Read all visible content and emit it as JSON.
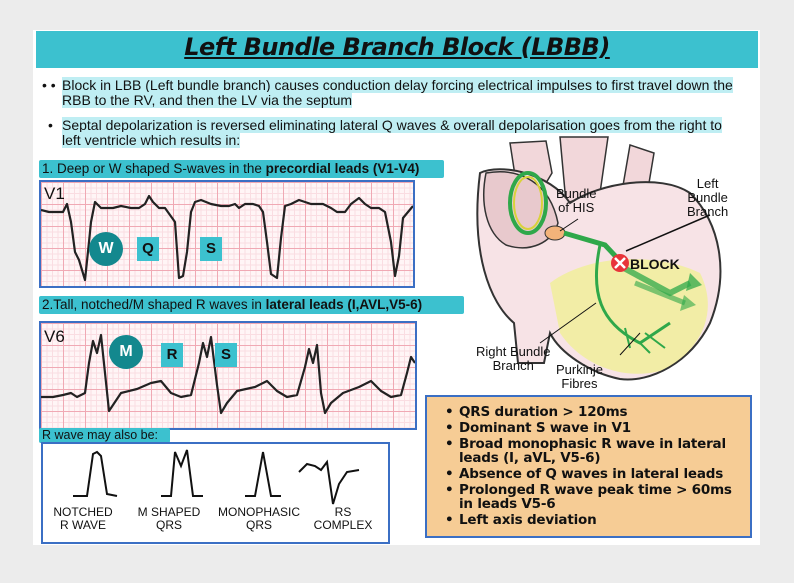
{
  "title": "Left Bundle Branch Block (LBBB)",
  "bullets": [
    "Block in LBB (Left bundle branch) causes conduction delay forcing electrical impulses to first travel down the RBB to the RV, and then the LV via the septum",
    "Septal depolarization is reversed eliminating lateral Q waves & overall depolarisation goes from the right to left ventricle which results in:"
  ],
  "section1": {
    "prefix": "1. Deep or W shaped S-waves in the ",
    "bold": "precordial leads (V1-V4)",
    "lead": "V1",
    "labels": {
      "circle": "W",
      "box1": "Q",
      "box2": "S"
    }
  },
  "section2": {
    "prefix": "2.Tall, notched/M shaped R waves in ",
    "bold": "lateral leads (I,AVL,V5-6)",
    "lead": "V6",
    "labels": {
      "circle": "M",
      "box1": "R",
      "box2": "S"
    }
  },
  "rwave": {
    "heading": "R wave may also be:",
    "shapes": [
      {
        "line1": "NOTCHED",
        "line2": "R WAVE"
      },
      {
        "line1": "M SHAPED",
        "line2": "QRS"
      },
      {
        "line1": "MONOPHASIC",
        "line2": "QRS"
      },
      {
        "line1": "RS",
        "line2": "COMPLEX"
      }
    ]
  },
  "heart_labels": {
    "bundle_his": [
      "Bundle",
      "of HIS"
    ],
    "left_bundle": [
      "Left",
      "Bundle",
      "Branch"
    ],
    "block": "BLOCK",
    "right_bundle": [
      "Right Bundle",
      "Branch"
    ],
    "purkinje": [
      "Purkinje",
      "Fibres"
    ]
  },
  "summary": [
    "QRS duration > 120ms",
    "Dominant S wave in V1",
    "Broad monophasic R wave in lateral leads (I, aVL, V5-6)",
    "Absence of Q waves in lateral leads",
    "Prolonged R wave peak time > 60ms in leads V5-6",
    "Left axis deviation"
  ],
  "colors": {
    "accent": "#3cc1cf",
    "teal": "#13888e",
    "panel_border": "#3b6fc4",
    "summary_bg": "#f6cc95",
    "block_red": "#e8343a",
    "conduction_green": "#2fa84a"
  }
}
